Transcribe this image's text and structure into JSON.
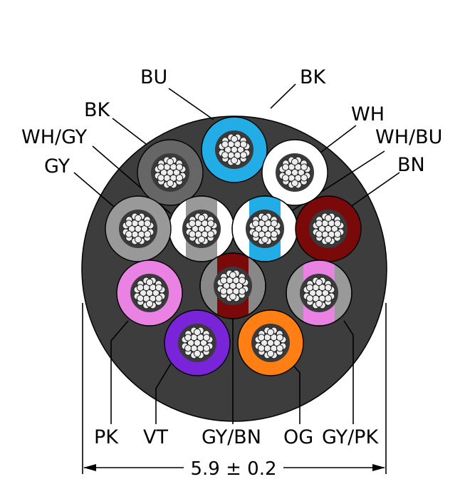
{
  "wires": [
    {
      "id": "bu",
      "label": "BU",
      "fill": "#22ade6"
    },
    {
      "id": "bk-top",
      "label": "BK",
      "fill": "#555555"
    },
    {
      "id": "wh",
      "label": "WH",
      "fill": "#ffffff"
    },
    {
      "id": "bk-left",
      "label": "BK",
      "fill": "#666666"
    },
    {
      "id": "wh-gy",
      "label": "WH/GY",
      "fill": "#ffffff",
      "stripe": "#999999"
    },
    {
      "id": "gy",
      "label": "GY",
      "fill": "#999999"
    },
    {
      "id": "wh-bu",
      "label": "WH/BU",
      "fill": "#ffffff",
      "stripe": "#22ade6"
    },
    {
      "id": "bn",
      "label": "BN",
      "fill": "#7a0a0a"
    },
    {
      "id": "pk",
      "label": "PK",
      "fill": "#ea82e3"
    },
    {
      "id": "gy-bn",
      "label": "GY/BN",
      "fill": "#888888",
      "stripe": "#7a0a0a"
    },
    {
      "id": "gy-pk",
      "label": "GY/PK",
      "fill": "#999999",
      "stripe": "#ea82e3"
    },
    {
      "id": "vt",
      "label": "VT",
      "fill": "#7a24d9"
    },
    {
      "id": "og",
      "label": "OG",
      "fill": "#ff7f14"
    }
  ],
  "jacket_color": "#3d3d3d",
  "dimension": "5.9 ± 0.2"
}
